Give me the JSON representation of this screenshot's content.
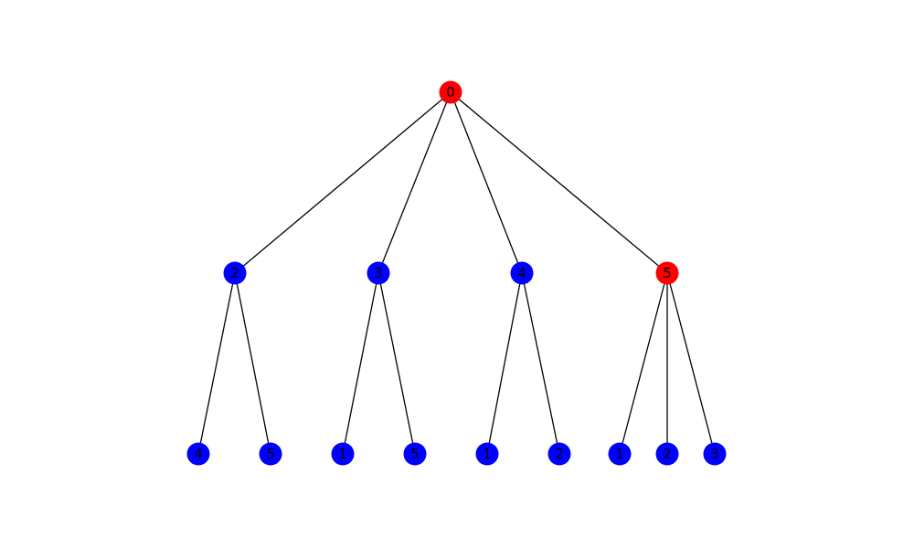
{
  "colors": {
    "highlight": "#ff0000",
    "default": "#0000ff",
    "edge": "#000000"
  },
  "tree": {
    "root": {
      "label": "0",
      "highlighted": true,
      "children": [
        {
          "label": "2",
          "highlighted": false,
          "children": [
            {
              "label": "4",
              "highlighted": false,
              "children": []
            },
            {
              "label": "5",
              "highlighted": false,
              "children": []
            }
          ]
        },
        {
          "label": "3",
          "highlighted": false,
          "children": [
            {
              "label": "1",
              "highlighted": false,
              "children": []
            },
            {
              "label": "5",
              "highlighted": false,
              "children": []
            }
          ]
        },
        {
          "label": "4",
          "highlighted": false,
          "children": [
            {
              "label": "1",
              "highlighted": false,
              "children": []
            },
            {
              "label": "2",
              "highlighted": false,
              "children": []
            }
          ]
        },
        {
          "label": "5",
          "highlighted": true,
          "children": [
            {
              "label": "1",
              "highlighted": false,
              "children": []
            },
            {
              "label": "2",
              "highlighted": false,
              "children": []
            },
            {
              "label": "3",
              "highlighted": false,
              "children": []
            }
          ]
        }
      ]
    }
  }
}
